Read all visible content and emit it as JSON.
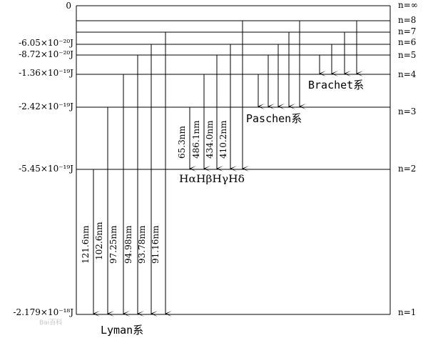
{
  "levels": [
    {
      "n": "n=∞",
      "energy": "0"
    },
    {
      "n": "n=8",
      "energy": ""
    },
    {
      "n": "n=7",
      "energy": ""
    },
    {
      "n": "n=6",
      "energy": "-6.05×10⁻²⁰J"
    },
    {
      "n": "n=5",
      "energy": "-8.72×10⁻²⁰J"
    },
    {
      "n": "n=4",
      "energy": "-1.36×10⁻¹⁹J"
    },
    {
      "n": "n=3",
      "energy": "-2.42×10⁻¹⁹J"
    },
    {
      "n": "n=2",
      "energy": "-5.45×10⁻¹⁹J"
    },
    {
      "n": "n=1",
      "energy": "-2.179×10⁻¹⁸J"
    }
  ],
  "series": {
    "lyman": {
      "label": "Lyman系",
      "wavelengths": [
        "121.6nm",
        "102.6nm",
        "97.25nm",
        "94.98nm",
        "93.78nm",
        "91.16nm"
      ]
    },
    "balmer": {
      "wavelengths": [
        "65.3nm",
        "486.1nm",
        "434.0nm",
        "410.2nm"
      ],
      "line_names": [
        "HαHβHγHδ"
      ]
    },
    "paschen": {
      "label": "Paschen系"
    },
    "brachet": {
      "label": "Brachet系"
    }
  },
  "watermark": "Bai百科"
}
